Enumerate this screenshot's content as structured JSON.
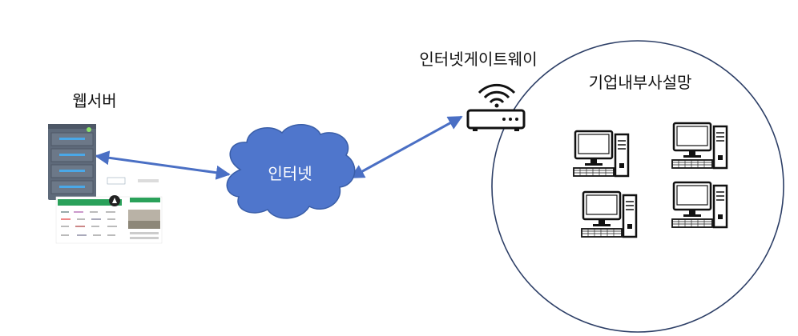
{
  "labels": {
    "web_server": "웹서버",
    "internet": "인터넷",
    "internet_gateway": "인터넷게이트웨이",
    "internal_network": "기업내부사설망"
  },
  "colors": {
    "arrow": "#4a6fc4",
    "cloud_fill": "#4f76cc",
    "cloud_stroke": "#3a5ea8",
    "server_body": "#5e6a7a",
    "server_slot": "#4aa8e8",
    "circle_stroke": "#2c3e66"
  },
  "icons": [
    "server-icon",
    "web-page-thumbnail",
    "cloud-icon",
    "wifi-router-icon",
    "desktop-computer-icon"
  ]
}
